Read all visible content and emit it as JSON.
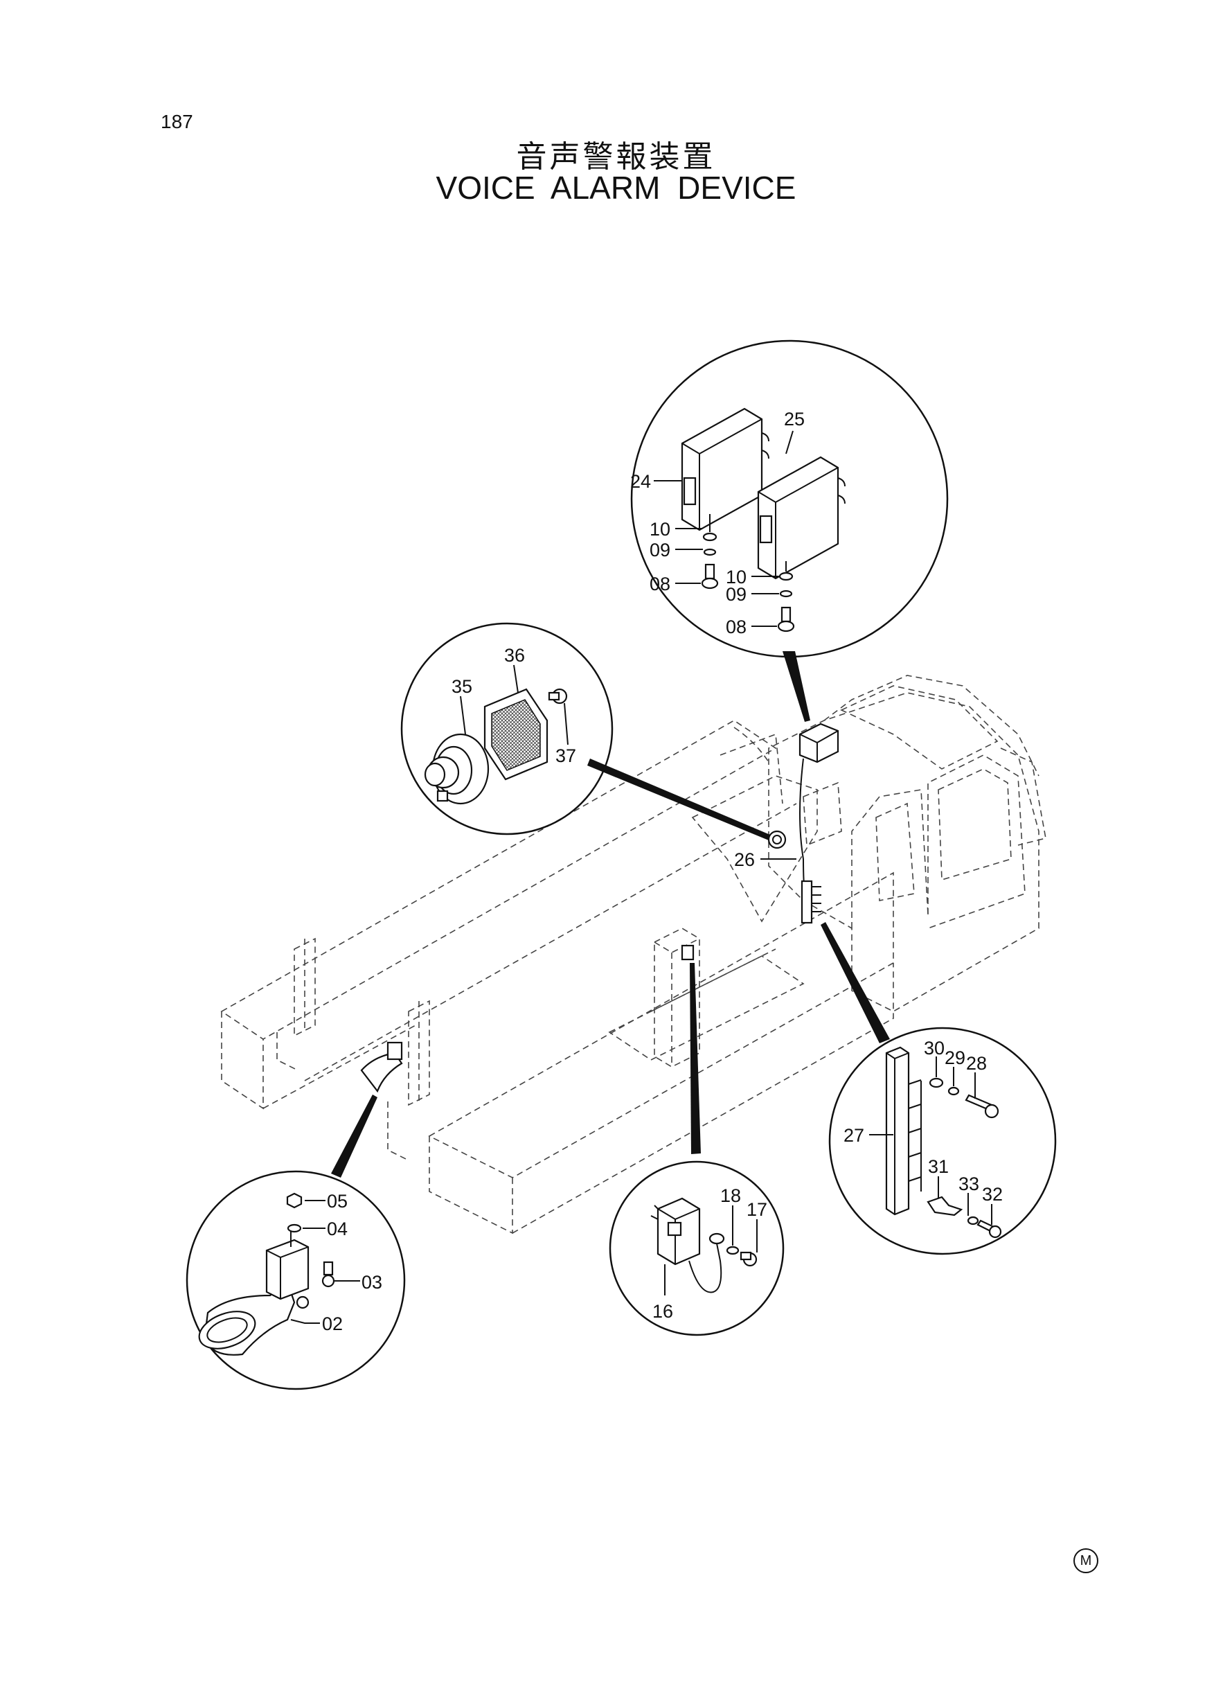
{
  "page_number": "187",
  "title_jp": "音声警報装置",
  "title_en": "VOICE  ALARM  DEVICE",
  "callouts": {
    "controllers": {
      "c24": "24",
      "c25": "25",
      "c10a": "10",
      "c09a": "09",
      "c08a": "08",
      "c10b": "10",
      "c09b": "09",
      "c08b": "08"
    },
    "speaker": {
      "c35": "35",
      "c36": "36",
      "c37": "37"
    },
    "cab": {
      "c26": "26"
    },
    "horn": {
      "c05": "05",
      "c04": "04",
      "c03": "03",
      "c02": "02"
    },
    "relay": {
      "c18": "18",
      "c17": "17",
      "c16": "16"
    },
    "bracket": {
      "c30": "30",
      "c29": "29",
      "c28": "28",
      "c27": "27",
      "c31": "31",
      "c33": "33",
      "c32": "32"
    }
  },
  "footer_mark": "M"
}
